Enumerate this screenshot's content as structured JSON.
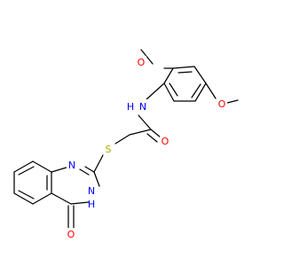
{
  "molecule": {
    "atom_labels": {
      "methoxy_top_O": "O",
      "methoxy_right_O": "O",
      "amide_NH": "N",
      "amide_H": "H",
      "carbonyl_O": "O",
      "thioether_S": "S",
      "ring_N_top": "N",
      "ring_NH": "N",
      "ring_H": "H",
      "ketone_O": "O"
    }
  },
  "colors": {
    "bond": "#000000",
    "oxygen": "#ff0000",
    "nitrogen": "#0000ff",
    "sulfur": "#b2b200"
  }
}
